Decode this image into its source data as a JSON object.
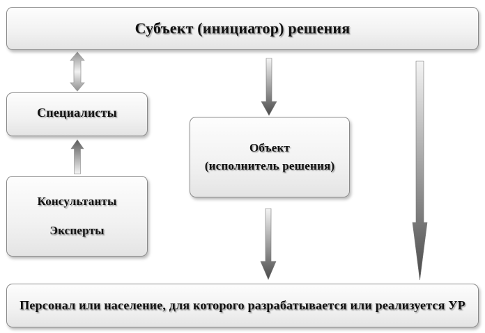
{
  "nodes": {
    "subject": "Субъект (инициатор) решения",
    "specialists": "Специалисты",
    "consultants": "Консультанты",
    "experts": "Эксперты",
    "object_line1": "Объект",
    "object_line2": "(исполнитель решения)",
    "personnel": "Персонал или население, для которого разрабатывается или реализуется УР"
  },
  "colors": {
    "box_border": "#8a8a8a",
    "arrow_dark": "#555555",
    "arrow_light": "#e8e8e8"
  }
}
